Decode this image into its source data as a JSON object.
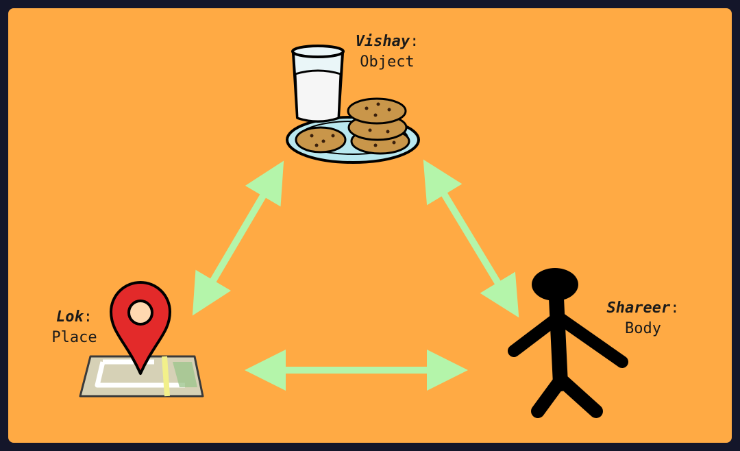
{
  "nodes": {
    "vishay": {
      "term": "Vishay",
      "meaning": "Object",
      "icon": "milk-and-cookies-icon"
    },
    "lok": {
      "term": "Lok",
      "meaning": "Place",
      "icon": "map-pin-icon"
    },
    "shareer": {
      "term": "Shareer",
      "meaning": "Body",
      "icon": "stick-figure-icon"
    }
  },
  "punctuation": ":",
  "colors": {
    "background": "#ffaa44",
    "frame": "#14162a",
    "arrow": "#b4f5aa",
    "pin": "#e32a2a",
    "map": "#d6d1b6",
    "milk": "#f6f6f6",
    "plate": "#b9e8ef",
    "cookie": "#c9964a",
    "figure": "#000000"
  }
}
